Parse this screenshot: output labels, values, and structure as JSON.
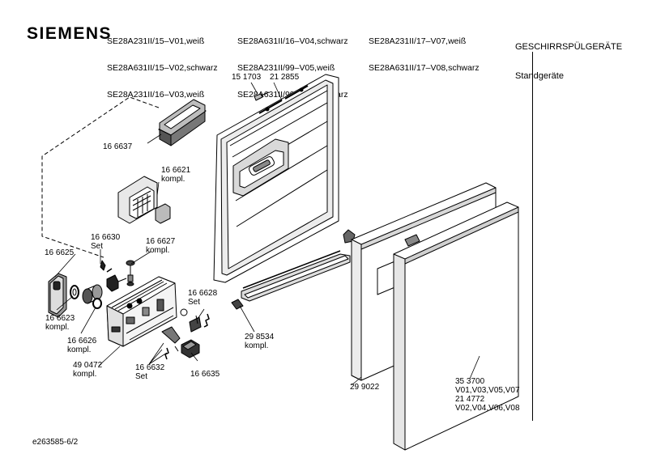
{
  "brand": "SIEMENS",
  "header": {
    "col1": [
      "SE28A231II/15–V01,weiß",
      "SE28A631II/15–V02,schwarz",
      "SE28A231II/16–V03,weiß"
    ],
    "col2": [
      "SE28A631II/16–V04,schwarz",
      "SE28A231II/99–V05,weiß",
      "SE28A631II/99–V06,schwarz"
    ],
    "col3": [
      "SE28A231II/17–V07,weiß",
      "SE28A631II/17–V08,schwarz"
    ],
    "category": [
      "GESCHIRRSPÜLGERÄTE",
      "Standgeräte"
    ]
  },
  "parts": {
    "p151703": "15 1703",
    "p212855": "21 2855",
    "p166637": "16 6637",
    "p166621": "16 6621\nkompl.",
    "p166630": "16 6630\nSet",
    "p166627": "16 6627\nkompl.",
    "p166625": "16 6625",
    "p166623": "16 6623\nkompl.",
    "p166626": "16 6626\nkompl.",
    "p490472": "49 0472\nkompl.",
    "p166628": "16 6628\nSet",
    "p166632": "16 6632\nSet",
    "p166635": "16 6635",
    "p298534": "29 8534\nkompl.",
    "p299022": "29 9022",
    "p353700": "35 3700\nV01,V03,V05,V07\n21 4772\nV02,V04,V06,V08"
  },
  "footer": "e263585-6/2"
}
